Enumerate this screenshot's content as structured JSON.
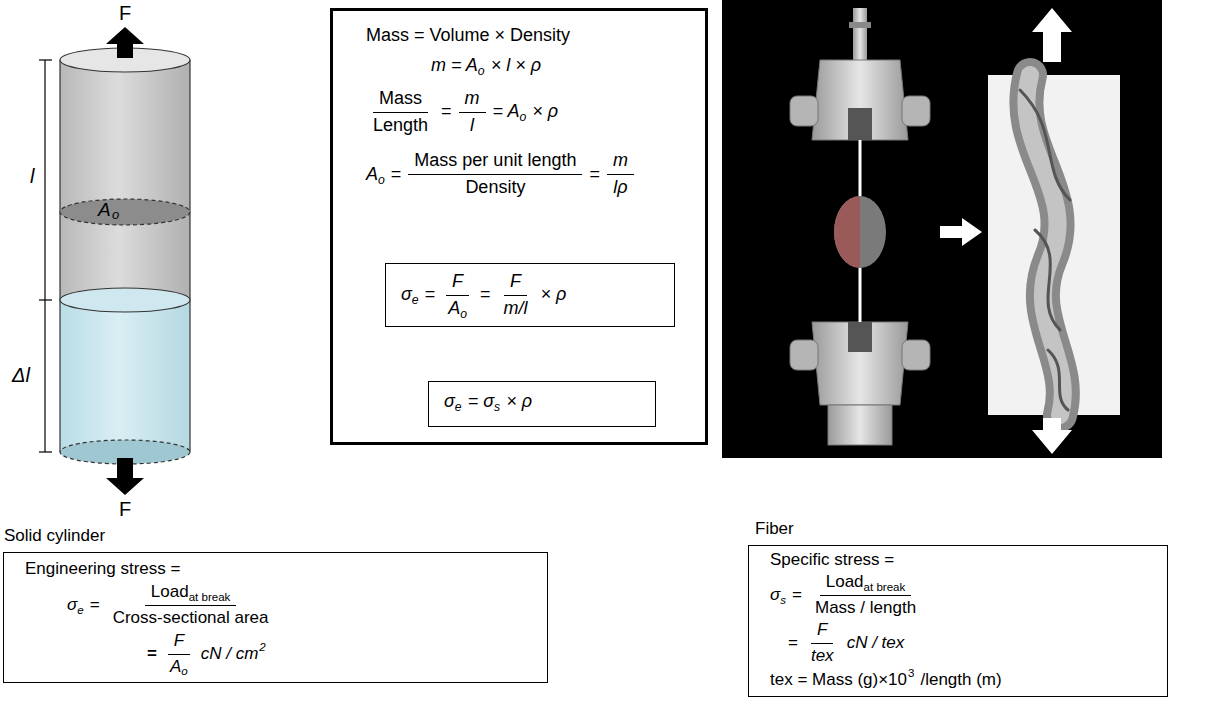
{
  "diagram": {
    "nodes": [
      {
        "text": [
          "Mass = Volume × Density",
          "m = A",
          "o",
          "× l × ρ",
          "Mass",
          "Length",
          "=",
          "m",
          "l",
          "= A",
          "o",
          "× ρ",
          "A",
          "o",
          "=",
          "Mass per unit length",
          "Density",
          "=",
          "m",
          "lρ"
        ]
      },
      {
        "text": [
          "σ",
          "e",
          "=",
          "F",
          "A",
          "o",
          "=",
          "F",
          "m/l",
          "× ρ"
        ],
        "in": 0
      },
      {
        "text": [
          "σ",
          "e",
          "= σ",
          "s",
          "× ρ"
        ],
        "in": 0
      },
      {
        "text": [
          "Solid cylinder",
          "Engineering stress =",
          "σ",
          "e",
          "=",
          "Load",
          "at break",
          "Cross-sectional area",
          "=",
          "F",
          "A",
          "o",
          "cN / cm",
          "2"
        ]
      },
      {
        "text": [
          "Fiber",
          "Specific stress =",
          "σ",
          "s",
          "=",
          "Load",
          "at break",
          "Mass / length",
          "=",
          "F",
          "tex",
          "cN / tex",
          "tex = Mass (g)×10",
          "3",
          "/length (m)"
        ]
      }
    ],
    "labels": [
      "F",
      "l",
      "A",
      "o",
      "Δl",
      "F"
    ]
  }
}
